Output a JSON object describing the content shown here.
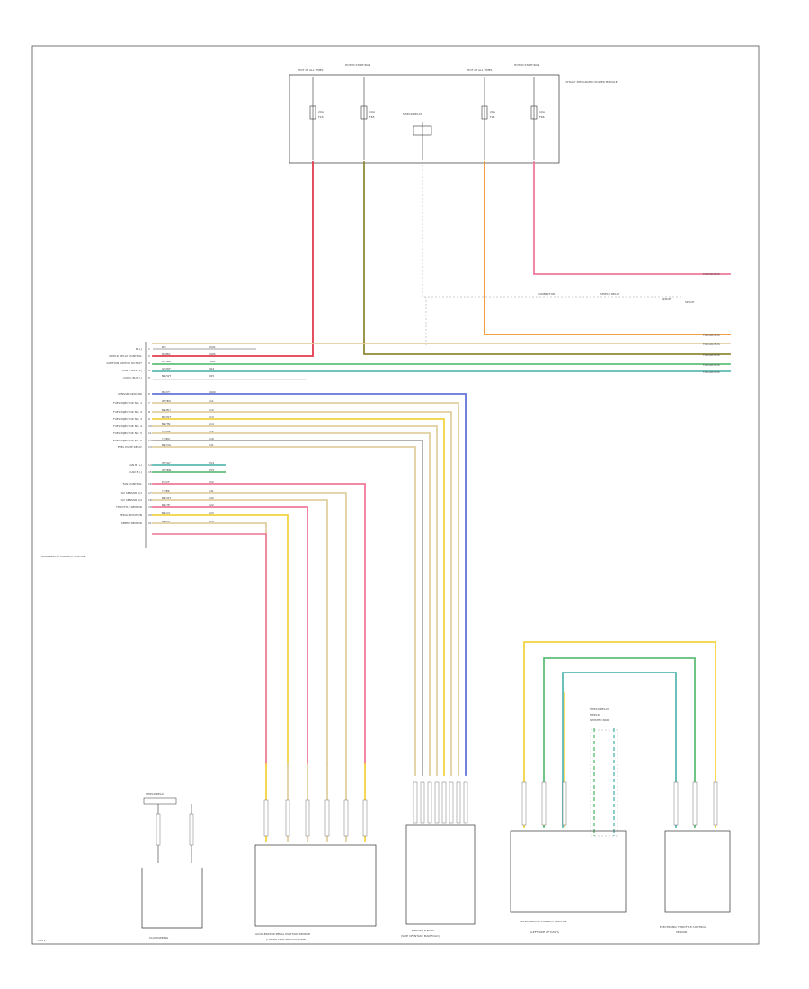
{
  "page_number": "1 of 2",
  "fuse_box": {
    "name": "TOTALLY INTEGRATED POWER MODULE",
    "fuses": [
      {
        "label": "HOT AT ALL TIMES",
        "amp": "20A",
        "num": "F18"
      },
      {
        "label": "HOT IN START/RUN",
        "amp": "10A",
        "num": "F65"
      },
      {
        "label": "SHIELD RELAY",
        "amp": "",
        "num": ""
      },
      {
        "label": "HOT AT ALL TIMES",
        "amp": "20A",
        "num": "F24"
      },
      {
        "label": "HOT IN START/RUN",
        "amp": "10A",
        "num": "F66"
      }
    ]
  },
  "pcm": {
    "name": "POWERTRAIN CONTROL MODULE",
    "pins": [
      {
        "num": "1",
        "label": "B(+)",
        "wire": "RD",
        "circuit": "A501"
      },
      {
        "num": "2",
        "label": "SHIELD RELAY CONTROL",
        "wire": "RD/BK",
        "circuit": "K905"
      },
      {
        "num": "3",
        "label": "IGNITION SWITCH OUTPUT",
        "wire": "WT/BK",
        "circuit": "F965"
      },
      {
        "num": "4",
        "label": "CAN C BUS (+)",
        "wire": "GY/WT",
        "circuit": "D64"
      },
      {
        "num": "5",
        "label": "CAN C BUS (-)",
        "wire": "BN/WT",
        "circuit": "D65"
      },
      {
        "num": "6",
        "label": "SENSOR GROUND",
        "wire": "BK/VT",
        "circuit": "K900"
      },
      {
        "num": "7",
        "label": "FUEL INJECTOR NO. 1",
        "wire": "WT/BU",
        "circuit": "K11"
      },
      {
        "num": "8",
        "label": "FUEL INJECTOR NO. 2",
        "wire": "BN/BU",
        "circuit": "K12"
      },
      {
        "num": "9",
        "label": "FUEL INJECTOR NO. 3",
        "wire": "BU/WT",
        "circuit": "K13"
      },
      {
        "num": "10",
        "label": "FUEL INJECTOR NO. 4",
        "wire": "BN/TN",
        "circuit": "K14"
      },
      {
        "num": "11",
        "label": "FUEL INJECTOR NO. 5",
        "wire": "YE/WT",
        "circuit": "K15"
      },
      {
        "num": "12",
        "label": "FUEL INJECTOR NO. 6",
        "wire": "YE/BU",
        "circuit": "K16"
      },
      {
        "num": "13",
        "label": "FUEL PUMP RELAY",
        "wire": "BN/OG",
        "circuit": "K31"
      },
      {
        "num": "14",
        "label": "CAN B (+)",
        "wire": "WT/GY",
        "circuit": "D54"
      },
      {
        "num": "15",
        "label": "CAN B (-)",
        "wire": "WT/BN",
        "circuit": "D55"
      },
      {
        "num": "16",
        "label": "FAN CONTROL",
        "wire": "PK/VT",
        "circuit": "K52"
      },
      {
        "num": "17",
        "label": "O2 SENSOR 1/1",
        "wire": "YE/BK",
        "circuit": "K41"
      },
      {
        "num": "18",
        "label": "O2 SENSOR 1/2",
        "wire": "BN/WT",
        "circuit": "K42"
      },
      {
        "num": "19",
        "label": "THROTTLE SENSOR",
        "wire": "BN/YE",
        "circuit": "K22"
      },
      {
        "num": "20",
        "label": "PEDAL POSITION",
        "wire": "BN/GY",
        "circuit": "K23"
      },
      {
        "num": "21",
        "label": "SPEED SENSOR",
        "wire": "BN/GY",
        "circuit": "K24"
      }
    ]
  },
  "right_labels": [
    "TO CAN BUS",
    "SPLICE",
    "TO CAN BUS",
    "TO CAN BUS",
    "TO CAN BUS",
    "TO CAN BUS",
    "TO CAN BUS"
  ],
  "mid_labels": [
    "CONNECTOR",
    "SHIELD RELAY",
    "SPLICE"
  ],
  "components": [
    {
      "name": "CLOCKSPRING",
      "sub": "SHIELD RELAY"
    },
    {
      "name": "ACCELERATOR PEDAL POSITION SENSOR",
      "sub": "(LOWER SIDE OF DASH PANEL)"
    },
    {
      "name": "THROTTLE BODY",
      "sub": "(SIDE OF INTAKE MANIFOLD)"
    },
    {
      "name": "TRANSMISSION CONTROL MODULE",
      "sub": "(LEFT SIDE OF DASH)"
    },
    {
      "name": "ELECTRONIC THROTTLE CONTROL",
      "sub": "SENSOR"
    }
  ],
  "shield_labels": [
    "SHIELD RELAY",
    "SHIELD",
    "TWISTED PAIR"
  ],
  "colors": {
    "red": "#e23c4f",
    "pink": "#f0799a",
    "olive": "#8f8a38",
    "orange": "#f2922c",
    "tan": "#e0cfa1",
    "green": "#60bf78",
    "teal": "#5bb9b2",
    "blue": "#6374d9",
    "yellow": "#f3d340",
    "brown": "#9b7752",
    "gray": "#a8a8a8"
  }
}
